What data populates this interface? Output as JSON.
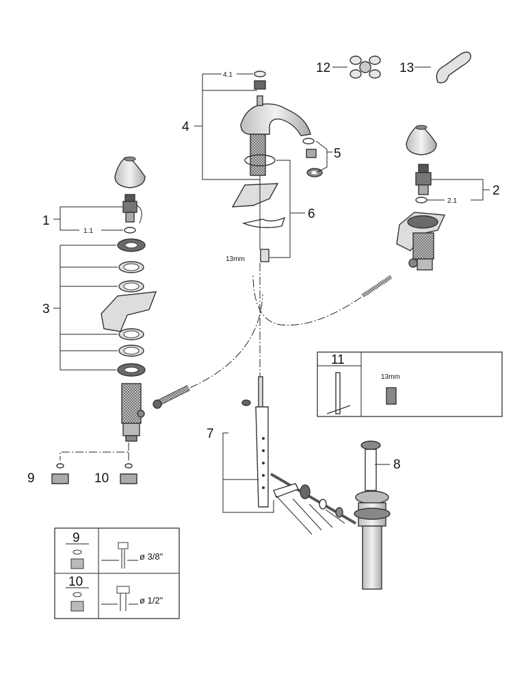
{
  "labels": {
    "p1": "1",
    "p1_1": "1.1",
    "p2": "2",
    "p2_1": "2.1",
    "p3": "3",
    "p4": "4",
    "p4_1": "4.1",
    "p5": "5",
    "p6": "6",
    "p6_size": "13mm",
    "p7": "7",
    "p8": "8",
    "p9": "9",
    "p10": "10",
    "p12": "12",
    "p13": "13"
  },
  "tool_box": {
    "number": "11",
    "size": "13mm"
  },
  "size_table": {
    "rows": [
      {
        "part": "9",
        "diameter": "ø 3/8\""
      },
      {
        "part": "10",
        "diameter": "ø 1/2\""
      }
    ]
  },
  "colors": {
    "line": "#222222",
    "part_fill": "#d9d9d9",
    "part_dark": "#8a8a8a"
  }
}
